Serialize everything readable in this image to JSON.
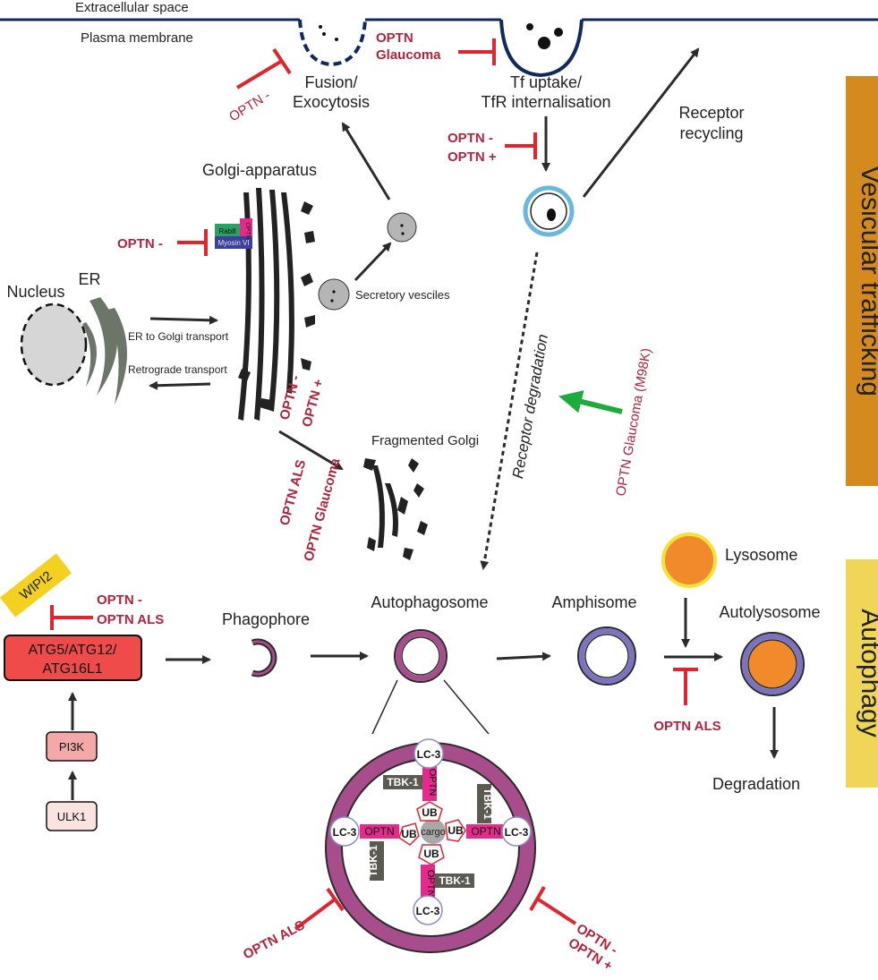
{
  "colors": {
    "membrane": "#102a5e",
    "inhibit": "#e0252f",
    "activate": "#1eaa3c",
    "red_text": "#b0243c",
    "vesicular_band": "#d48a1c",
    "autophagy_band": "#f0d656",
    "magenta": "#e62a8c",
    "dark_box": "#5a5a50",
    "autophagosome_ring": "#a84d8c",
    "amphisome_ring": "#7b72c0",
    "lysosome_fill": "#f08a2a",
    "lysosome_ring": "#f4e23a",
    "atg_box": "#f04b4b"
  },
  "labels": {
    "extracellular": "Extracellular space",
    "plasma_membrane": "Plasma membrane",
    "fusion_exocytosis": [
      "Fusion/",
      "Exocytosis"
    ],
    "tf_uptake": [
      "Tf uptake/",
      "TfR internalisation"
    ],
    "receptor_recycling": [
      "Receptor",
      "recycling"
    ],
    "golgi_apparatus": "Golgi-apparatus",
    "nucleus": "Nucleus",
    "er": "ER",
    "er_to_golgi": "ER to Golgi transport",
    "retrograde": "Retrograde transport",
    "secretory_vesicles": "Secretory vesciles",
    "fragmented_golgi": "Fragmented Golgi",
    "receptor_degradation": "Receptor degradation",
    "vesicular_trafficking": "Vesicular trafficking",
    "autophagy": "Autophagy",
    "lysosome": "Lysosome",
    "autophagosome": "Autophagosome",
    "amphisome": "Amphisome",
    "autolysosome": "Autolysosome",
    "phagophore": "Phagophore",
    "degradation": "Degradation",
    "wipi2": "WIPI2",
    "atg_complex": [
      "ATG5/ATG12/",
      "ATG16L1"
    ],
    "pi3k": "PI3K",
    "ulk1": "ULK1",
    "rab8": "Rab8",
    "optn_small": "OPTN",
    "myosin_vi": "Myosin VI",
    "cargo": "cargo",
    "ub": "UB",
    "lc3": "LC-3",
    "tbk1": "TBK-1",
    "optn": "OPTN"
  },
  "optn_labels": {
    "fusion_minus": "OPTN -",
    "tf_glaucoma": [
      "OPTN",
      "Glaucoma"
    ],
    "tf_minus_plus": [
      "OPTN -",
      "OPTN +"
    ],
    "golgi_minus": "OPTN -",
    "golgi_minus_plus": [
      "OPTN -",
      "OPTN +"
    ],
    "fragment_als": "OPTN ALS",
    "fragment_glaucoma": "OPTN Glaucoma",
    "m98k": "OPTN Glaucoma (M98K)",
    "wipi_minus_als": [
      "OPTN -",
      "OPTN ALS"
    ],
    "fusion_als": "OPTN ALS",
    "zoom_als": "OPTN ALS",
    "zoom_minus_plus": [
      "OPTN -",
      "OPTN +"
    ]
  }
}
